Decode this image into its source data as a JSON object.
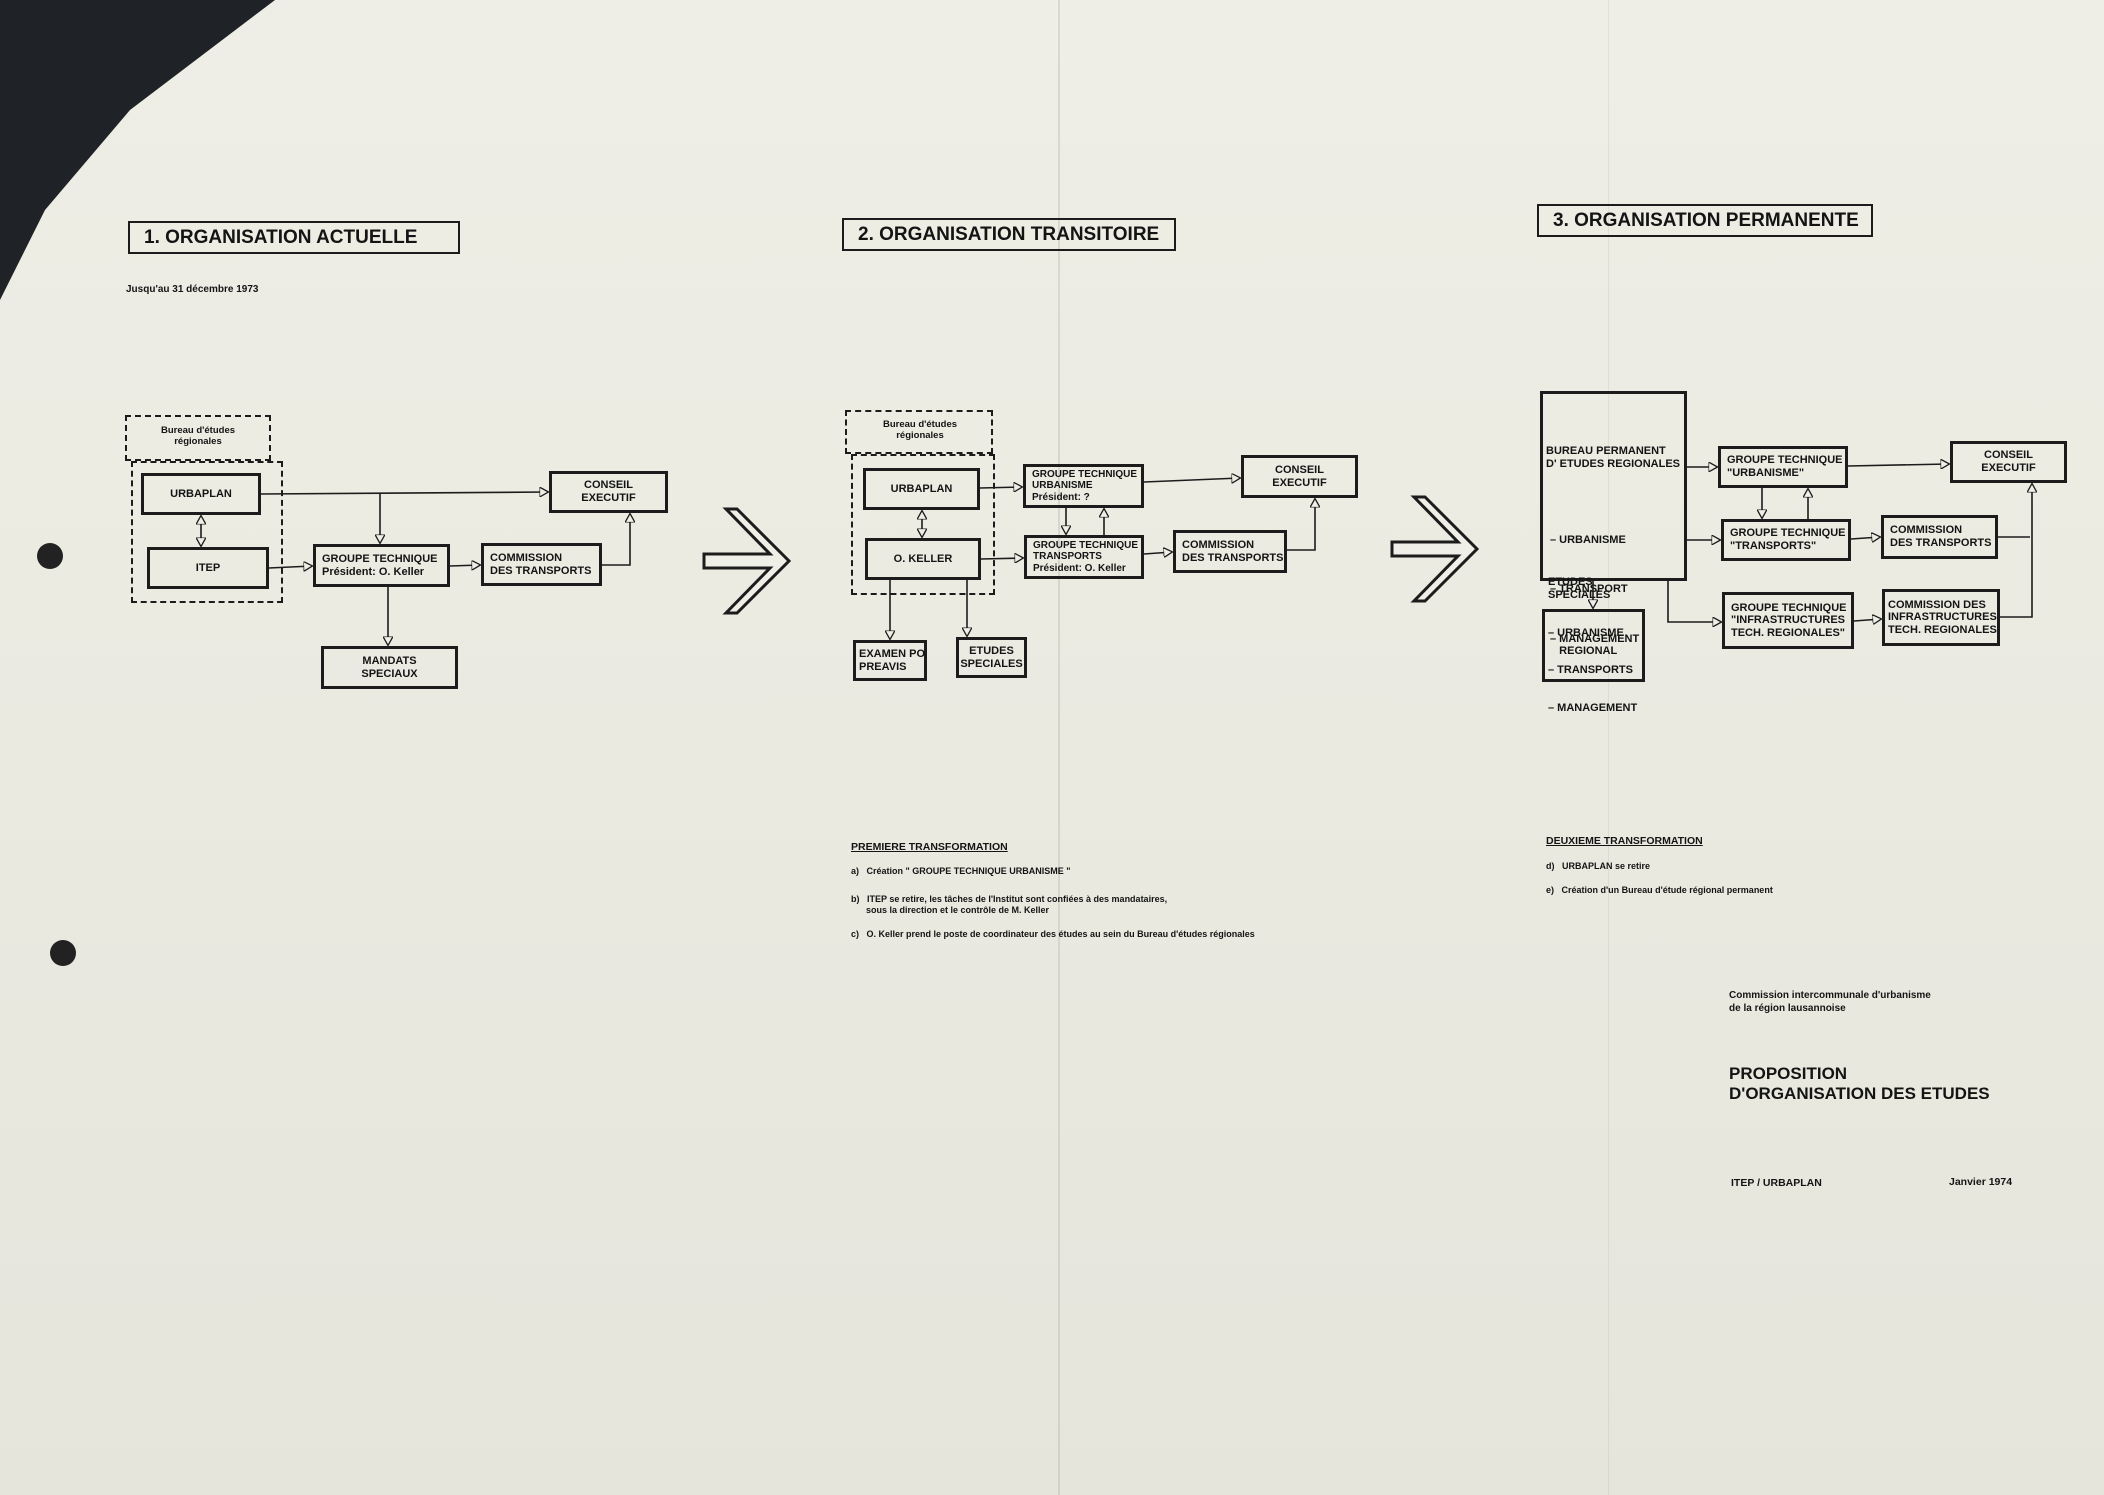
{
  "section1": {
    "title": "1. ORGANISATION ACTUELLE",
    "date": "Jusqu'au 31 décembre 1973",
    "bureau_label": "Bureau d'études\nrégionales",
    "urbaplan": "URBAPLAN",
    "itep": "ITEP",
    "groupe_technique": "GROUPE TECHNIQUE\nPrésident: O. Keller",
    "conseil": "CONSEIL\nEXECUTIF",
    "commission": "COMMISSION\nDES TRANSPORTS",
    "mandats": "MANDATS\nSPECIAUX"
  },
  "section2": {
    "title": "2. ORGANISATION TRANSITOIRE",
    "bureau_label": "Bureau d'études\nrégionales",
    "urbaplan": "URBAPLAN",
    "keller": "O. KELLER",
    "gt_urbanisme": "GROUPE TECHNIQUE\nURBANISME\nPrésident: ?",
    "gt_transports": "GROUPE TECHNIQUE\nTRANSPORTS\nPrésident: O. Keller",
    "conseil": "CONSEIL\nEXECUTIF",
    "commission": "COMMISSION\nDES TRANSPORTS",
    "examen": "EXAMEN PO\nPREAVIS",
    "etudes": "ETUDES\nSPECIALES"
  },
  "section3": {
    "title": "3. ORGANISATION PERMANENTE",
    "bureau_title": "BUREAU PERMANENT\nD' ETUDES REGIONALES",
    "bureau_items": [
      "– URBANISME",
      "– TRANSPORT",
      "– MANAGEMENT\n   REGIONAL"
    ],
    "gt_urbanisme": "GROUPE TECHNIQUE\n\"URBANISME\"",
    "gt_transports": "GROUPE TECHNIQUE\n\"TRANSPORTS\"",
    "gt_infra": "GROUPE TECHNIQUE\n\"INFRASTRUCTURES\nTECH. REGIONALES\"",
    "conseil": "CONSEIL\nEXECUTIF",
    "commission_transports": "COMMISSION\nDES TRANSPORTS",
    "commission_infra": "COMMISSION DES\nINFRASTRUCTURES\nTECH. REGIONALES",
    "etudes_title": "ETUDES\nSPECIALES",
    "etudes_items": [
      "– URBANISME",
      "– TRANSPORTS",
      "– MANAGEMENT"
    ]
  },
  "transformation1": {
    "heading": "PREMIERE TRANSFORMATION",
    "a": "a)   Création \" GROUPE TECHNIQUE URBANISME \"",
    "b": "b)   ITEP se retire, les tâches de l'Institut sont confiées à des mandataires,\n      sous la direction et le contrôle de M. Keller",
    "c": "c)   O. Keller prend le poste de coordinateur des études au sein du Bureau d'études régionales"
  },
  "transformation2": {
    "heading": "DEUXIEME TRANSFORMATION",
    "d": "d)   URBAPLAN se retire",
    "e": "e)   Création d'un Bureau d'étude régional permanent"
  },
  "footer": {
    "org": "Commission intercommunale d'urbanisme\nde la région lausannoise",
    "doc_title": "PROPOSITION\nD'ORGANISATION DES ETUDES",
    "authors": "ITEP / URBAPLAN",
    "date": "Janvier 1974"
  }
}
